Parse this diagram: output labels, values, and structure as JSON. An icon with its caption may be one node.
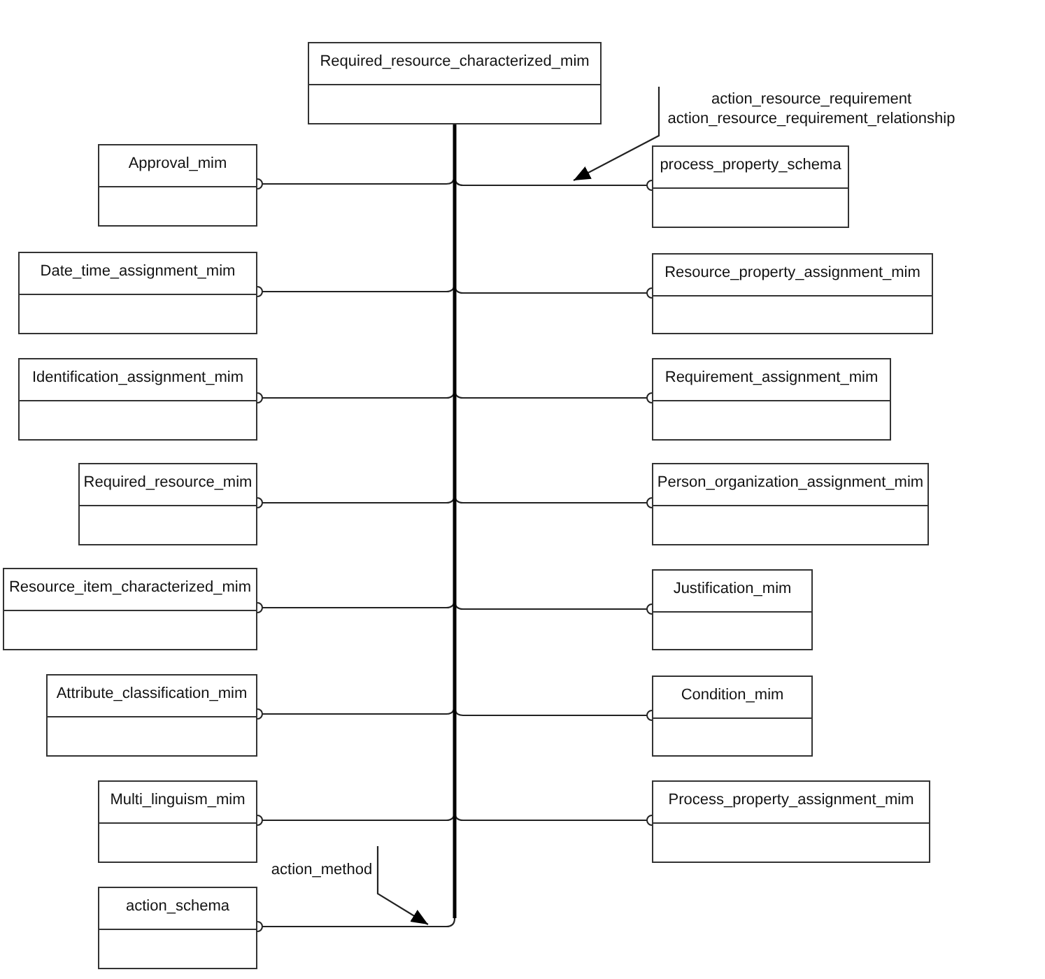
{
  "diagram": {
    "nodes": [
      {
        "text": [
          "Required_resource_characterized_mim"
        ]
      },
      {
        "text": [
          "action_resource_requirement",
          "action_resource_requirement_relationship"
        ]
      },
      {
        "text": [
          "Approval_mim"
        ]
      },
      {
        "text": [
          "process_property_schema"
        ]
      },
      {
        "text": [
          "Date_time_assignment_mim"
        ]
      },
      {
        "text": [
          "Resource_property_assignment_mim"
        ]
      },
      {
        "text": [
          "Identification_assignment_mim"
        ]
      },
      {
        "text": [
          "Requirement_assignment_mim"
        ]
      },
      {
        "text": [
          "Required_resource_mim"
        ]
      },
      {
        "text": [
          "Person_organization_assignment_mim"
        ]
      },
      {
        "text": [
          "Resource_item_characterized_mim"
        ]
      },
      {
        "text": [
          "Justification_mim"
        ]
      },
      {
        "text": [
          "Attribute_classification_mim"
        ]
      },
      {
        "text": [
          "Condition_mim"
        ]
      },
      {
        "text": [
          "Multi_linguism_mim"
        ]
      },
      {
        "text": [
          "Process_property_assignment_mim"
        ]
      },
      {
        "text": [
          "action_method"
        ]
      },
      {
        "text": [
          "action_schema"
        ]
      }
    ],
    "edges": [
      {
        "from": 0,
        "to": 2,
        "arrow": "other"
      },
      {
        "from": 0,
        "to": 3,
        "arrow": "other"
      },
      {
        "from": 0,
        "to": 4,
        "arrow": "other"
      },
      {
        "from": 0,
        "to": 5,
        "arrow": "other"
      },
      {
        "from": 0,
        "to": 6,
        "arrow": "other"
      },
      {
        "from": 0,
        "to": 7,
        "arrow": "other"
      },
      {
        "from": 0,
        "to": 8,
        "arrow": "other"
      },
      {
        "from": 0,
        "to": 9,
        "arrow": "other"
      },
      {
        "from": 0,
        "to": 10,
        "arrow": "other"
      },
      {
        "from": 0,
        "to": 11,
        "arrow": "other"
      },
      {
        "from": 0,
        "to": 12,
        "arrow": "other"
      },
      {
        "from": 0,
        "to": 13,
        "arrow": "other"
      },
      {
        "from": 0,
        "to": 14,
        "arrow": "other"
      },
      {
        "from": 0,
        "to": 15,
        "arrow": "other"
      },
      {
        "from": 0,
        "to": 17,
        "arrow": "other"
      },
      {
        "from": 1,
        "to": null,
        "arrow": "to"
      },
      {
        "from": 16,
        "to": null,
        "arrow": "to"
      }
    ]
  }
}
